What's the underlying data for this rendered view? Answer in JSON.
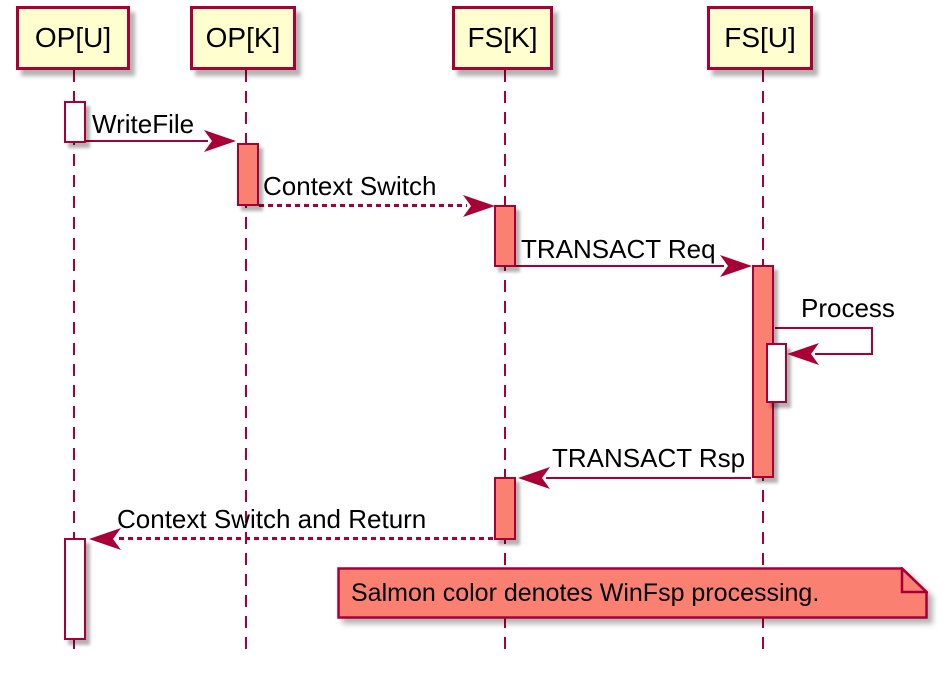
{
  "participants": [
    {
      "label": "OP[U]"
    },
    {
      "label": "OP[K]"
    },
    {
      "label": "FS[K]"
    },
    {
      "label": "FS[U]"
    }
  ],
  "messages": [
    {
      "label": "WriteFile",
      "from": "OP[U]",
      "to": "OP[K]",
      "line": "solid"
    },
    {
      "label": "Context Switch",
      "from": "OP[K]",
      "to": "FS[K]",
      "line": "dashed"
    },
    {
      "label": "TRANSACT Req",
      "from": "FS[K]",
      "to": "FS[U]",
      "line": "solid"
    },
    {
      "label": "Process",
      "from": "FS[U]",
      "to": "FS[U]",
      "line": "solid",
      "self": true
    },
    {
      "label": "TRANSACT Rsp",
      "from": "FS[U]",
      "to": "FS[K]",
      "line": "solid"
    },
    {
      "label": "Context Switch and Return",
      "from": "FS[K]",
      "to": "OP[U]",
      "line": "dashed"
    }
  ],
  "activations": [
    {
      "participant": "OP[U]",
      "fill": "white"
    },
    {
      "participant": "OP[K]",
      "fill": "salmon"
    },
    {
      "participant": "FS[K]",
      "fill": "salmon"
    },
    {
      "participant": "FS[U]",
      "fill": "salmon"
    },
    {
      "participant": "FS[U]",
      "fill": "white",
      "nested": true
    },
    {
      "participant": "FS[K]",
      "fill": "salmon"
    },
    {
      "participant": "OP[U]",
      "fill": "white"
    }
  ],
  "note": {
    "text": "Salmon color denotes WinFsp processing."
  },
  "colors": {
    "border": "#A80036",
    "participant_fill": "#FEFECE",
    "salmon": "#FA8072",
    "activation_idle": "#FFFFFF",
    "background": "#FFFFFF",
    "text": "#000000"
  }
}
